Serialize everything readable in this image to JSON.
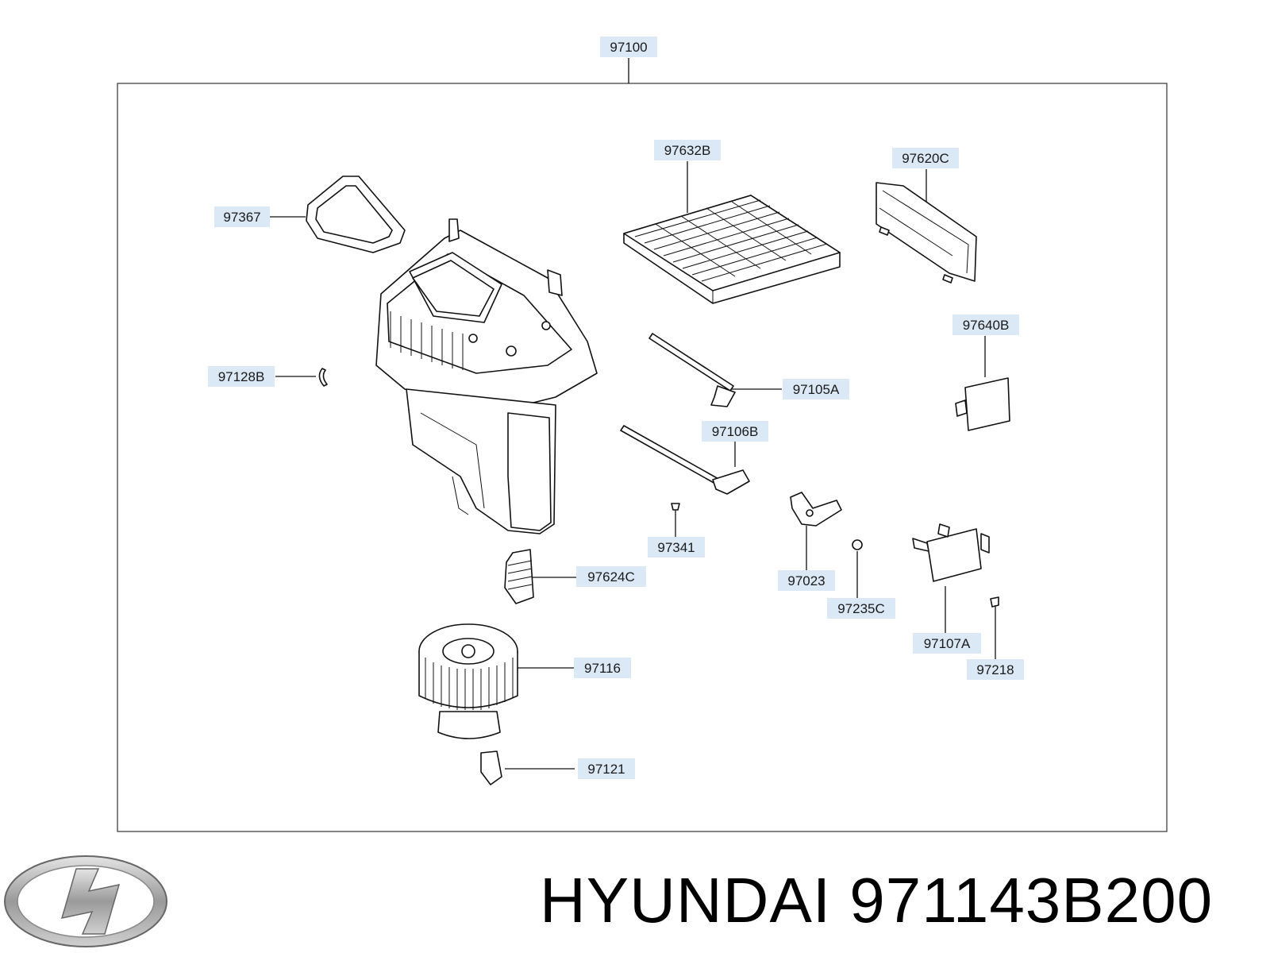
{
  "parts": {
    "p97100": "97100",
    "p97632B": "97632B",
    "p97620C": "97620C",
    "p97367": "97367",
    "p97640B": "97640B",
    "p97128B": "97128B",
    "p97105A": "97105A",
    "p97106B": "97106B",
    "p97341": "97341",
    "p97023": "97023",
    "p97624C": "97624C",
    "p97235C": "97235C",
    "p97107A": "97107A",
    "p97116": "97116",
    "p97218": "97218",
    "p97121": "97121"
  },
  "footer": {
    "brand": "HYUNDAI",
    "part_number": "971143B200",
    "logo": "hyundai-logo-icon"
  },
  "colors": {
    "label_bg": "#dbe8f5",
    "line": "#111111"
  }
}
